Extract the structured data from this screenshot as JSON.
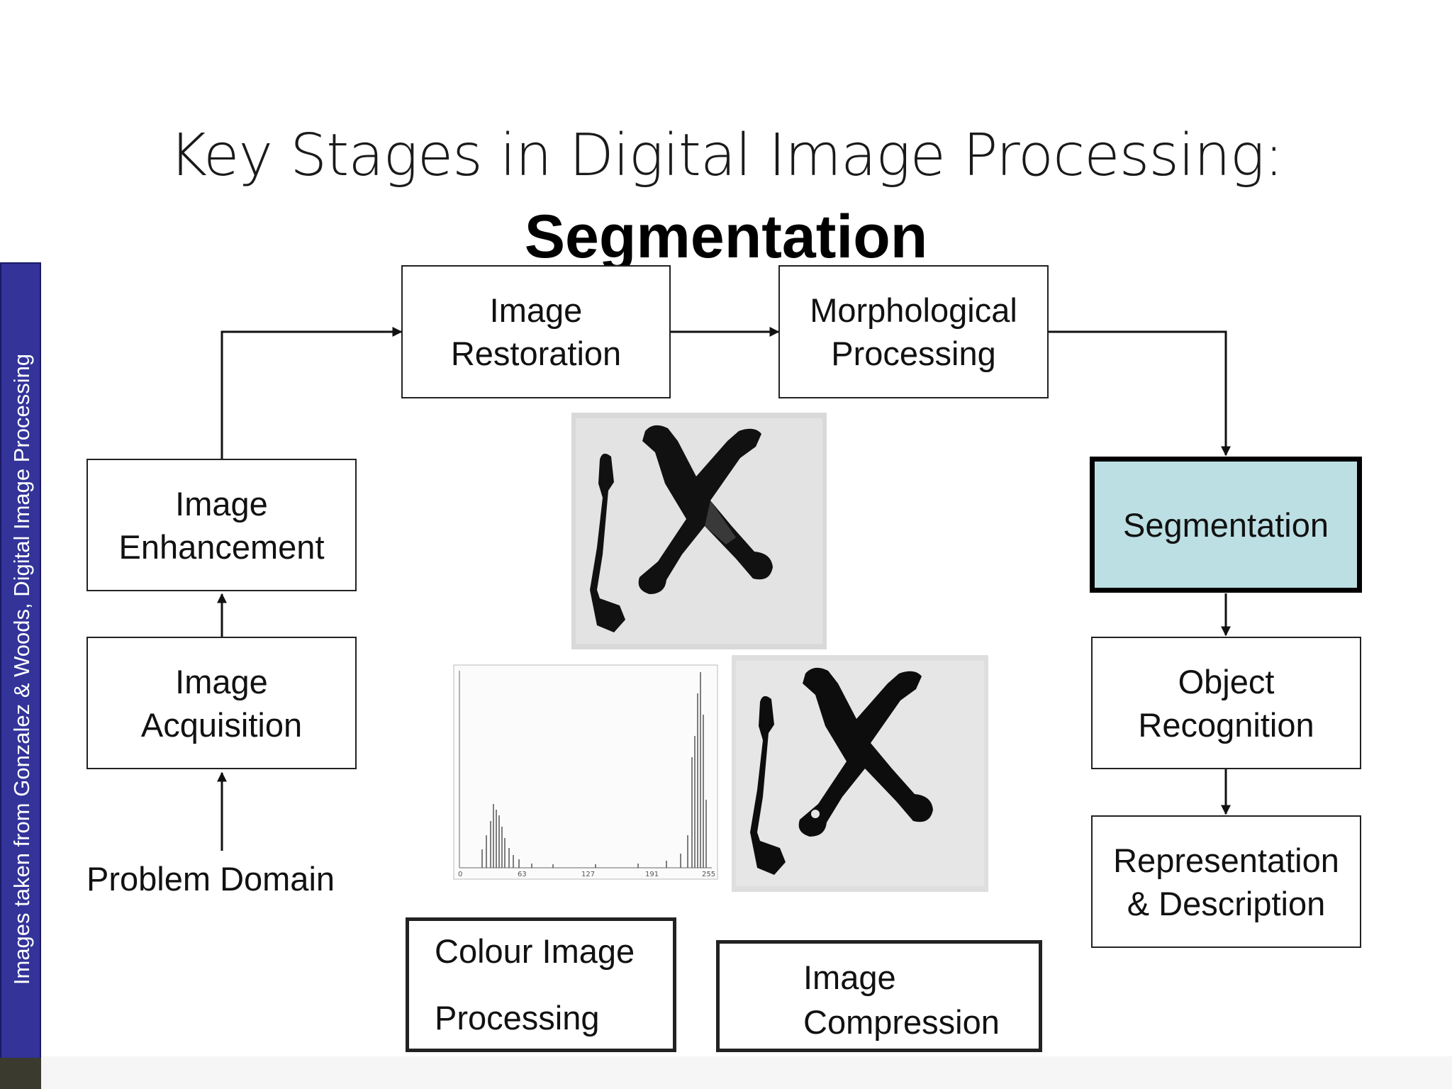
{
  "slide": {
    "title": "Key Stages in Digital Image Processing:",
    "subtitle": "Segmentation"
  },
  "sidebar": {
    "text": "Images taken from Gonzalez & Woods, Digital Image Processing"
  },
  "stages": {
    "image_restoration": [
      "Image",
      "Restoration"
    ],
    "morphological_processing": [
      "Morphological",
      "Processing"
    ],
    "image_enhancement": [
      "Image",
      "Enhancement"
    ],
    "image_acquisition": [
      "Image",
      "Acquisition"
    ],
    "problem_domain": "Problem Domain",
    "segmentation": "Segmentation",
    "object_recognition": [
      "Object",
      "Recognition"
    ],
    "representation_description": [
      "Representation",
      "& Description"
    ],
    "colour_image_processing": [
      "Colour Image",
      "Processing"
    ],
    "image_compression": [
      "Image",
      "Compression"
    ]
  },
  "colors": {
    "sidebar": "#33339a",
    "active_stage": "#bcdfe3",
    "stroke": "#222222"
  },
  "histogram": {
    "tick_labels": [
      "0",
      "63",
      "127",
      "191",
      "255"
    ]
  }
}
